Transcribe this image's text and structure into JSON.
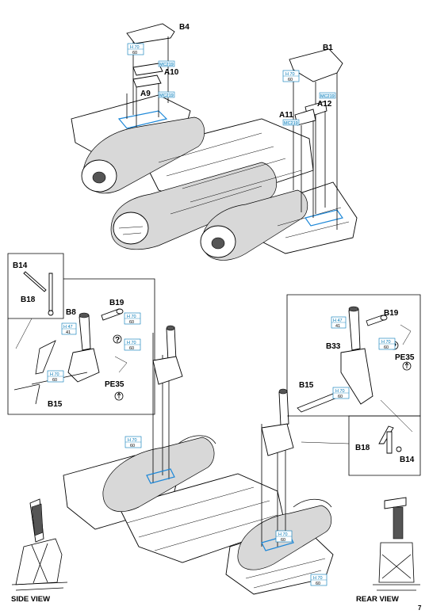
{
  "page_number": "7",
  "views": {
    "side": "SIDE VIEW",
    "rear": "REAR VIEW"
  },
  "parts": {
    "B4": "B4",
    "B1": "B1",
    "A10": "A10",
    "A9": "A9",
    "A12": "A12",
    "A11": "A11",
    "B14_left": "B14",
    "B18_left": "B18",
    "B8": "B8",
    "B19_left": "B19",
    "PE35_left": "PE35",
    "B15_left": "B15",
    "B19_right": "B19",
    "B33": "B33",
    "PE35_right": "PE35",
    "B15_right": "B15",
    "B18_right": "B18",
    "B14_right": "B14"
  },
  "paint_codes": {
    "h70_60_a": [
      "H 70",
      "60"
    ],
    "h70_60_b": [
      "H 70",
      "60"
    ],
    "mc219_a": "MC219",
    "mc219_b": "MC219",
    "mc219_c": "MC219",
    "mc219_d": "MC219",
    "h47_41_left": [
      "H 47",
      "41"
    ],
    "h70_60_c": [
      "H 70",
      "60"
    ],
    "h70_60_d": [
      "H 70",
      "60"
    ],
    "h70_60_e": [
      "H 70",
      "60"
    ],
    "h47_41_right": [
      "H 47",
      "41"
    ],
    "h70_60_f": [
      "H 70",
      "60"
    ],
    "h70_60_g": [
      "H 70",
      "60"
    ],
    "h70_60_h": [
      "H 70",
      "60"
    ],
    "h70_60_i": [
      "H 70",
      "60"
    ],
    "h70_60_j": [
      "H 70",
      "60"
    ]
  },
  "symbols": {
    "question_left": "?",
    "question_right": "?"
  }
}
